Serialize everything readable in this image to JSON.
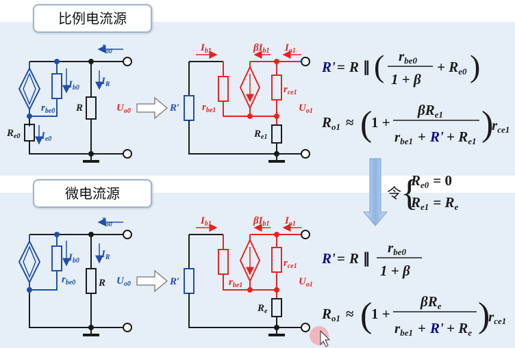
{
  "sections": [
    {
      "title": "比例电流源"
    },
    {
      "title": "微电流源"
    }
  ],
  "labels": {
    "Io0": "I",
    "Io0_sub": "o0",
    "Ib0": "I",
    "Ib0_sub": "b0",
    "IR": "I",
    "IR_sub": "R",
    "rbe0": "r",
    "rbe0_sub": "be0",
    "R": "R",
    "Re0": "R",
    "Re0_sub": "e0",
    "Ie0": "I",
    "Ie0_sub": "e0",
    "Uo0": "U",
    "Uo0_sub": "o0",
    "Rprime": "R′",
    "Ib1": "I",
    "Ib1_sub": "b1",
    "betaIb1": "βI",
    "betaIb1_sub": "b1",
    "Io1": "I",
    "Io1_sub": "o1",
    "rbe1": "r",
    "rbe1_sub": "be1",
    "rce1": "r",
    "rce1_sub": "ce1",
    "Uo1": "U",
    "Uo1_sub": "o1",
    "Re1": "R",
    "Re1_sub": "e1",
    "Re": "R",
    "Re_sub": "e"
  },
  "formulas": {
    "rp_lhs": "R'",
    "eq": "=",
    "R": "R",
    "par": "∥",
    "rbe0": "r",
    "rbe0_sub": "be0",
    "one_plus_beta": "1 + β",
    "plus_Rc0": "+ R",
    "Rc0_sub": "e0",
    "Ro1": "R",
    "Ro1_sub": "o1",
    "approx": "≈",
    "one_plus": "1 +",
    "beta_Re1": "βR",
    "Re1_sub": "e1",
    "rbe1": "r",
    "rbe1_sub": "be1",
    "plus": "+",
    "Rp": "R'",
    "plus2": "+ R",
    "rce1": "r",
    "rce1_sub": "ce1",
    "let": "令",
    "cond1_lhs": "R",
    "cond1_sub": "e0",
    "cond1_rhs": "= 0",
    "cond2_lhs": "R",
    "cond2_sub": "e1",
    "cond2_rhs": "= R",
    "cond2_rsub": "e",
    "beta_Re": "βR",
    "Re_sub": "e",
    "plus_Re": "+ R"
  },
  "colors": {
    "blue": "#1f4fa8",
    "red": "#e8231e",
    "navy": "#0a0a8a",
    "band": "#e6eff8"
  }
}
